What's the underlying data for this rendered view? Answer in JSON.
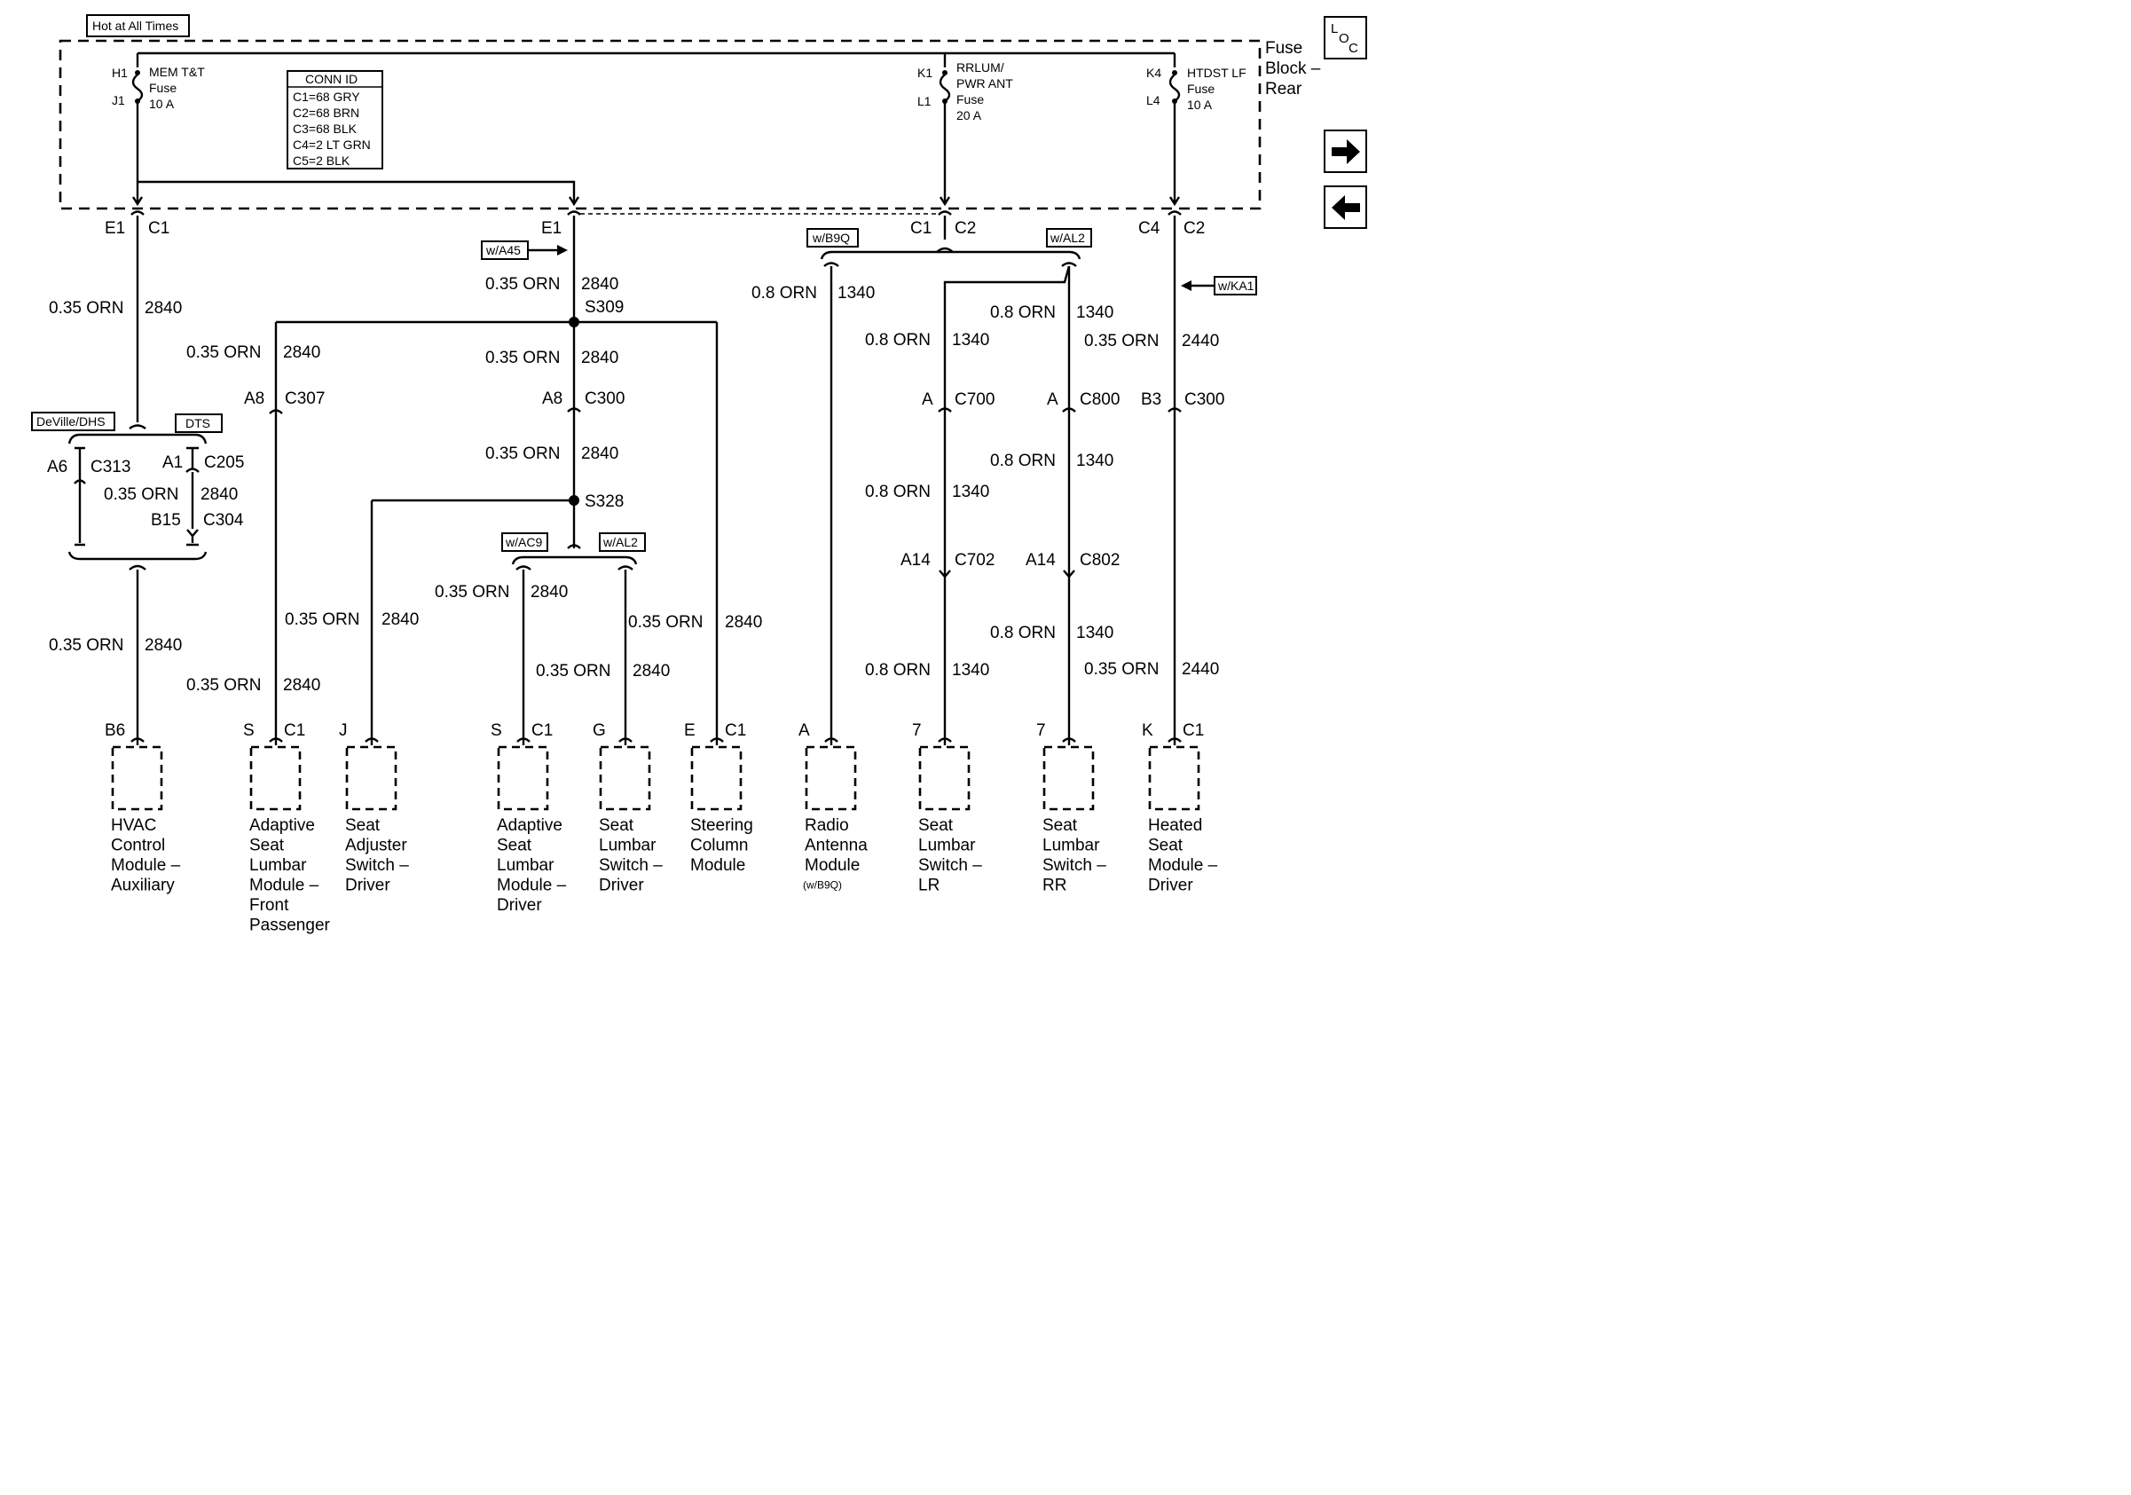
{
  "header": {
    "hot_label": "Hot at All Times",
    "fuse_block_label": [
      "Fuse",
      "Block –",
      "Rear"
    ],
    "loc_icon_text": [
      "L",
      "O",
      "C"
    ]
  },
  "fuses": [
    {
      "top_pin": "H1",
      "bottom_pin": "J1",
      "name": "MEM T&T",
      "line2": "Fuse",
      "rating": "10 A"
    },
    {
      "top_pin": "K1",
      "bottom_pin": "L1",
      "name": "RRLUM/",
      "line2": "PWR ANT",
      "line3": "Fuse",
      "rating": "20 A"
    },
    {
      "top_pin": "K4",
      "bottom_pin": "L4",
      "name": "HTDST LF",
      "line2": "Fuse",
      "rating": "10 A"
    }
  ],
  "conn_id": {
    "title": "CONN ID",
    "rows": [
      "C1=68 GRY",
      "C2=68 BRN",
      "C3=68 BLK",
      "C4=2 LT GRN",
      "C5=2 BLK"
    ]
  },
  "options": {
    "w_a45": "w/A45",
    "w_b9q": "w/B9Q",
    "w_al2": "w/AL2",
    "w_ka1": "w/KA1",
    "w_ac9": "w/AC9",
    "deville": "DeVille/DHS",
    "dts": "DTS"
  },
  "connectors": {
    "e1_c1": [
      "E1",
      "C1"
    ],
    "e1": "E1",
    "c1_c2": [
      "C1",
      "C2"
    ],
    "c4_c2": [
      "C4",
      "C2"
    ],
    "a8_c307": [
      "A8",
      "C307"
    ],
    "a8_c300": [
      "A8",
      "C300"
    ],
    "a6_c313": [
      "A6",
      "C313"
    ],
    "a1_c205": [
      "A1",
      "C205"
    ],
    "b15_c304": [
      "B15",
      "C304"
    ],
    "a_c700": [
      "A",
      "C700"
    ],
    "a_c800": [
      "A",
      "C800"
    ],
    "b3_c300": [
      "B3",
      "C300"
    ],
    "a14_c702": [
      "A14",
      "C702"
    ],
    "a14_c802": [
      "A14",
      "C802"
    ]
  },
  "splices": [
    "S309",
    "S328"
  ],
  "wires": {
    "orn035": "0.35 ORN",
    "orn08": "0.8 ORN",
    "c2840": "2840",
    "c1340": "1340",
    "c2440": "2440"
  },
  "modules": [
    {
      "pin": "B6",
      "conn": "",
      "lines": [
        "HVAC",
        "Control",
        "Module –",
        "Auxiliary"
      ]
    },
    {
      "pin": "S",
      "conn": "C1",
      "lines": [
        "Adaptive",
        "Seat",
        "Lumbar",
        "Module –",
        "Front",
        "Passenger"
      ]
    },
    {
      "pin": "J",
      "conn": "",
      "lines": [
        "Seat",
        "Adjuster",
        "Switch –",
        "Driver"
      ]
    },
    {
      "pin": "S",
      "conn": "C1",
      "lines": [
        "Adaptive",
        "Seat",
        "Lumbar",
        "Module –",
        "Driver"
      ]
    },
    {
      "pin": "G",
      "conn": "",
      "lines": [
        "Seat",
        "Lumbar",
        "Switch –",
        "Driver"
      ]
    },
    {
      "pin": "E",
      "conn": "C1",
      "lines": [
        "Steering",
        "Column",
        "Module"
      ]
    },
    {
      "pin": "A",
      "conn": "",
      "lines": [
        "Radio",
        "Antenna",
        "Module"
      ],
      "note": "(w/B9Q)"
    },
    {
      "pin": "7",
      "conn": "",
      "lines": [
        "Seat",
        "Lumbar",
        "Switch –",
        "LR"
      ]
    },
    {
      "pin": "7",
      "conn": "",
      "lines": [
        "Seat",
        "Lumbar",
        "Switch –",
        "RR"
      ]
    },
    {
      "pin": "K",
      "conn": "C1",
      "lines": [
        "Heated",
        "Seat",
        "Module –",
        "Driver"
      ]
    }
  ],
  "nav": {
    "next_icon": "right-arrow-icon",
    "prev_icon": "left-arrow-icon"
  }
}
